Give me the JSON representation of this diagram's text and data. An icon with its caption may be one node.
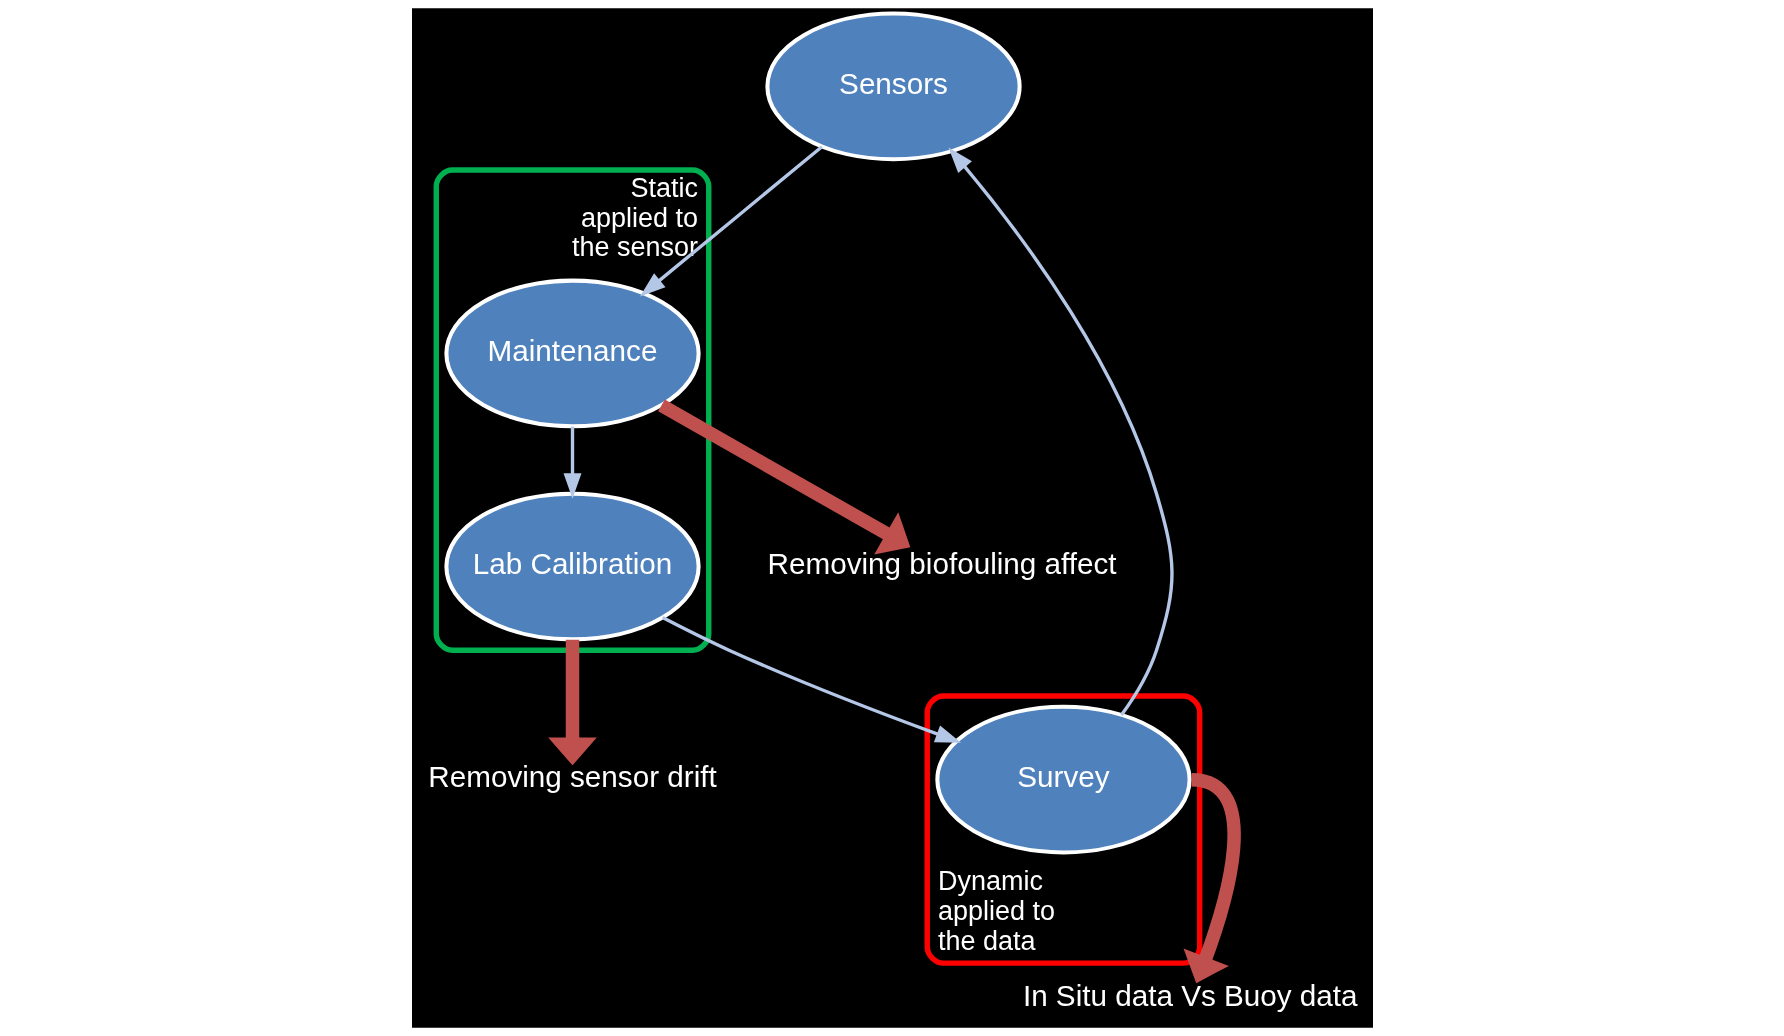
{
  "diagram": {
    "nodes": [
      {
        "text": [
          "Sensors"
        ]
      },
      {
        "text": [
          "Static applied to the sensor"
        ]
      },
      {
        "text": [
          "Maintenance"
        ],
        "in": 1
      },
      {
        "text": [
          "Lab Calibration"
        ],
        "in": 1
      },
      {
        "text": [
          "Dynamic applied to the data"
        ]
      },
      {
        "text": [
          "Survey"
        ],
        "in": 4
      },
      {
        "text": [
          "In Situ data Vs Buoy data"
        ]
      },
      {
        "text": [
          "Removing biofouling affect"
        ]
      },
      {
        "text": [
          "Removing sensor drift"
        ]
      }
    ],
    "edges": [
      {
        "from": 0,
        "to": 2,
        "arrow": "to"
      },
      {
        "from": 2,
        "to": 3,
        "arrow": "to"
      },
      {
        "from": 3,
        "to": 5,
        "arrow": "to"
      },
      {
        "from": 5,
        "to": 0,
        "arrow": "to"
      },
      {
        "from": 5,
        "to": 6,
        "arrow": "to",
        "style": "thick",
        "color": "#c0504d"
      },
      {
        "from": 2,
        "to": 7,
        "arrow": "to",
        "style": "thick",
        "color": "#c0504d"
      },
      {
        "from": 3,
        "to": 8,
        "arrow": "to",
        "style": "thick",
        "color": "#c0504d"
      }
    ]
  }
}
